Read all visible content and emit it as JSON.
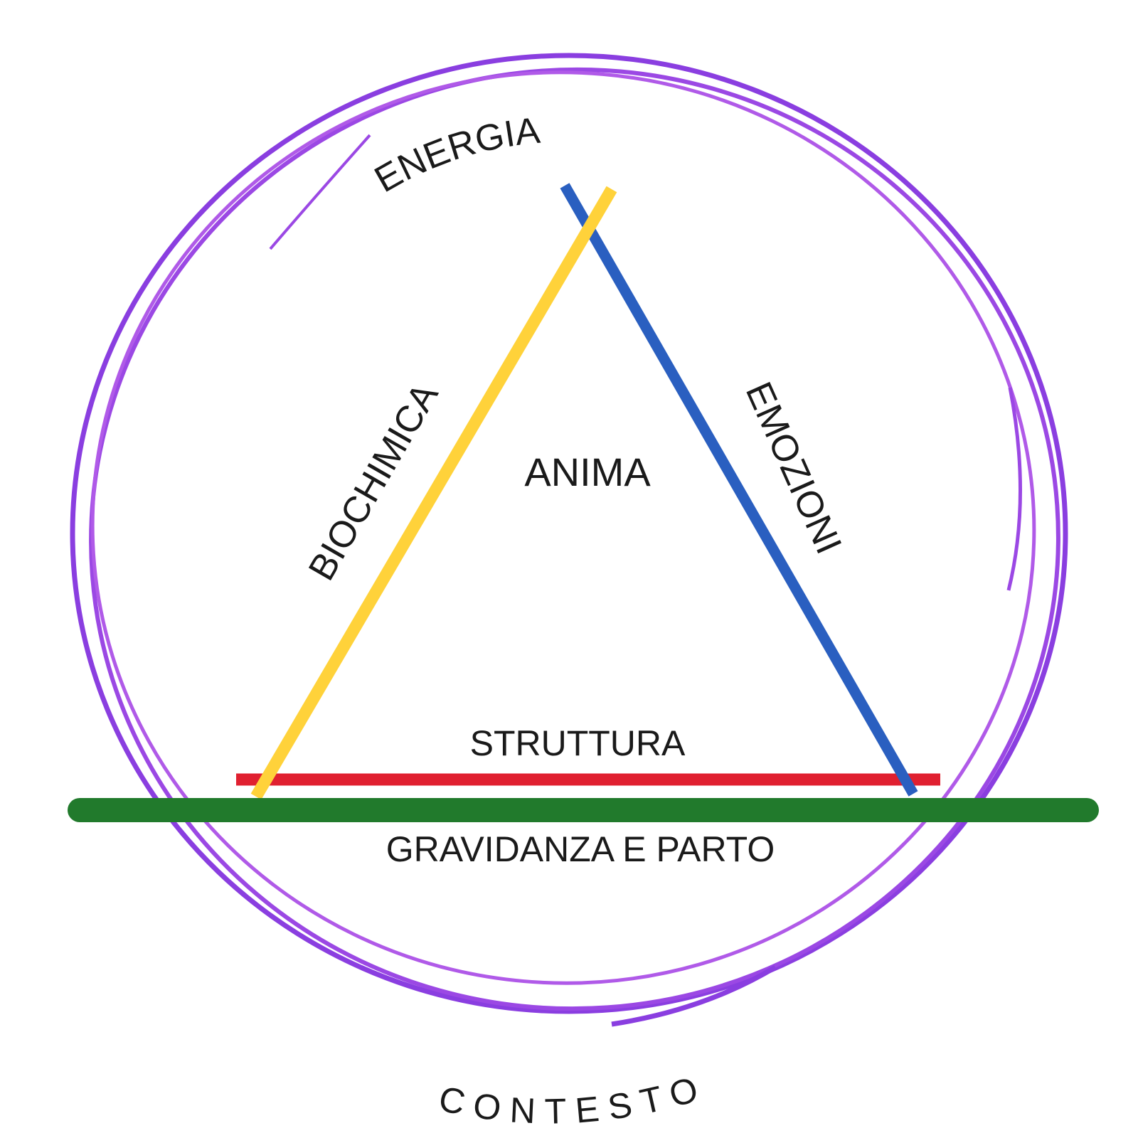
{
  "labels": {
    "energy": "ENERGIA",
    "biochemistry": "BIOCHIMICA",
    "emotions": "EMOZIONI",
    "soul": "ANIMA",
    "structure": "STRUTTURA",
    "pregnancy_birth": "GRAVIDANZA E PARTO",
    "context": "CONTESTO"
  },
  "colors": {
    "circle": "#8a3ee0",
    "circle_light": "#b05ae8",
    "biochemistry_line": "#ffd23a",
    "emotions_line": "#2a5fc0",
    "structure_line": "#e02030",
    "pregnancy_line": "#217a2c",
    "text": "#1a1a1a"
  }
}
